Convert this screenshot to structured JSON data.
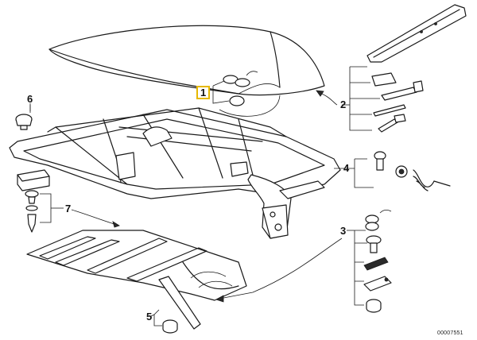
{
  "diagram": {
    "callouts": [
      {
        "id": "1",
        "label": "1",
        "boxed": true,
        "highlight_color": "#e6b800"
      },
      {
        "id": "2",
        "label": "2"
      },
      {
        "id": "3",
        "label": "3"
      },
      {
        "id": "4",
        "label": "4"
      },
      {
        "id": "5",
        "label": "5"
      },
      {
        "id": "6",
        "label": "6"
      },
      {
        "id": "7",
        "label": "7"
      }
    ],
    "document_number": "00007551"
  },
  "colors": {
    "line": "#1a1a1a",
    "highlight": "#e6b800",
    "background": "#ffffff"
  }
}
